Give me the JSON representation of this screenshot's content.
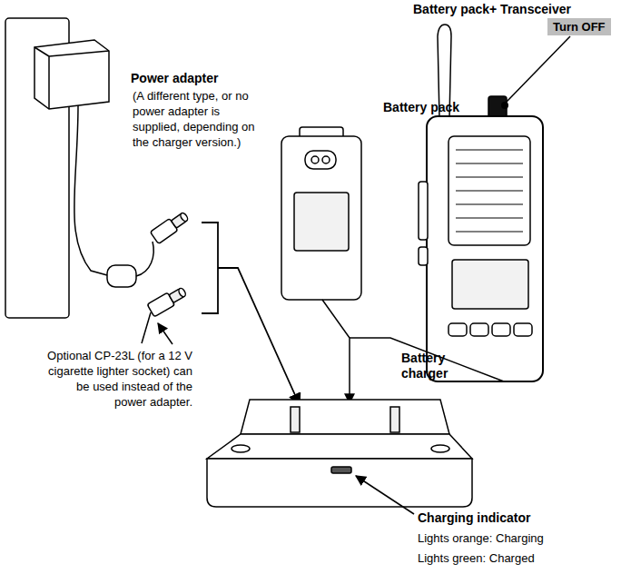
{
  "diagram": {
    "nodes": [
      {
        "text": [
          "Turn OFF"
        ]
      }
    ],
    "labels": [
      "Battery pack+ Transceiver",
      "Power adapter",
      "(A different type, or no power adapter is supplied, depending on the charger version.)",
      "Battery pack",
      "Optional CP-23L (for a 12 V cigarette lighter socket) can be used instead of the power adapter.",
      "Battery charger",
      "Charging indicator",
      "Lights orange: Charging",
      "Lights green: Charged"
    ]
  }
}
